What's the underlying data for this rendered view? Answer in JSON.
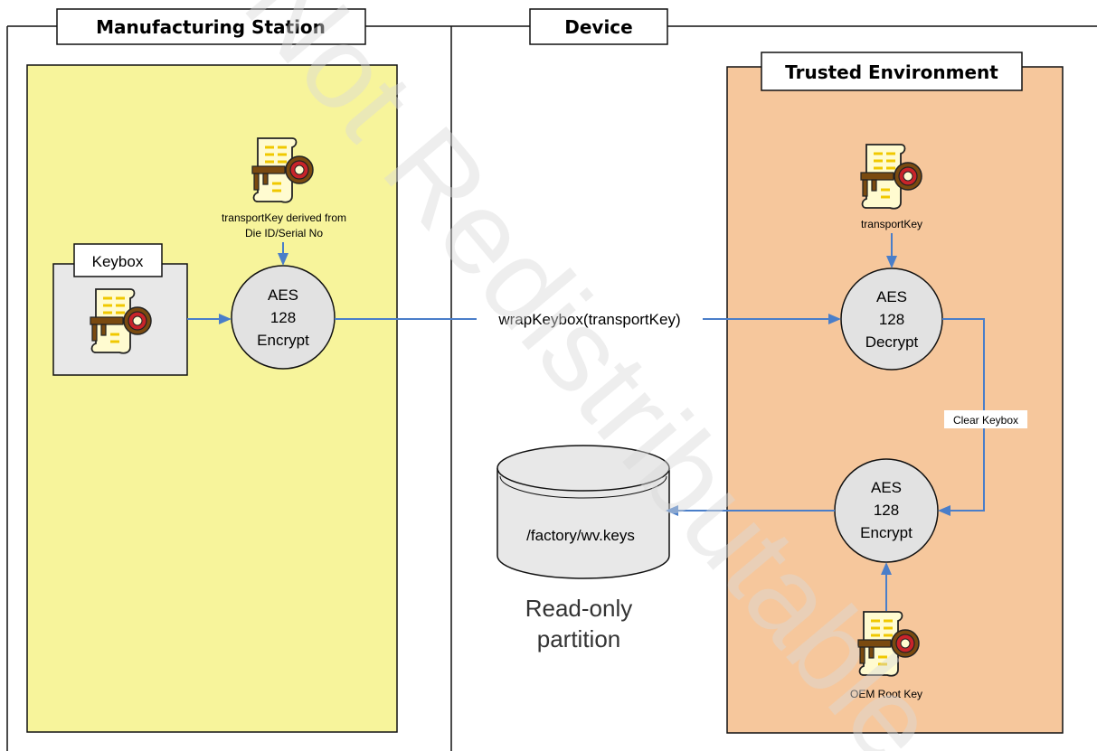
{
  "sections": {
    "manufacturing_station": "Manufacturing Station",
    "device": "Device",
    "trusted_environment": "Trusted Environment"
  },
  "keybox": {
    "label": "Keybox"
  },
  "transport_key_mfg": {
    "line1": "transportKey derived from",
    "line2": "Die ID/Serial No"
  },
  "aes_encrypt_mfg": {
    "line1": "AES",
    "line2": "128",
    "line3": "Encrypt"
  },
  "wrap_label": "wrapKeybox(transportKey)",
  "transport_key_te": {
    "label": "transportKey"
  },
  "aes_decrypt": {
    "line1": "AES",
    "line2": "128",
    "line3": "Decrypt"
  },
  "clear_keybox": "Clear Keybox",
  "aes_encrypt_te": {
    "line1": "AES",
    "line2": "128",
    "line3": "Encrypt"
  },
  "oem_root_key": {
    "label": "OEM Root Key"
  },
  "storage": {
    "path": "/factory/wv.keys",
    "caption_line1": "Read-only",
    "caption_line2": "partition"
  },
  "watermark": "Not Redistributable",
  "colors": {
    "mfg_panel": "#f7f49b",
    "te_panel": "#f6c79c",
    "circle": "#e2e2e2",
    "arrow": "#4a7ec9",
    "keybox_bg": "#e8e8e8",
    "watermark": "#d9d9d9"
  },
  "icons": {
    "key_document": "key-document-icon",
    "storage": "cylinder-icon"
  }
}
